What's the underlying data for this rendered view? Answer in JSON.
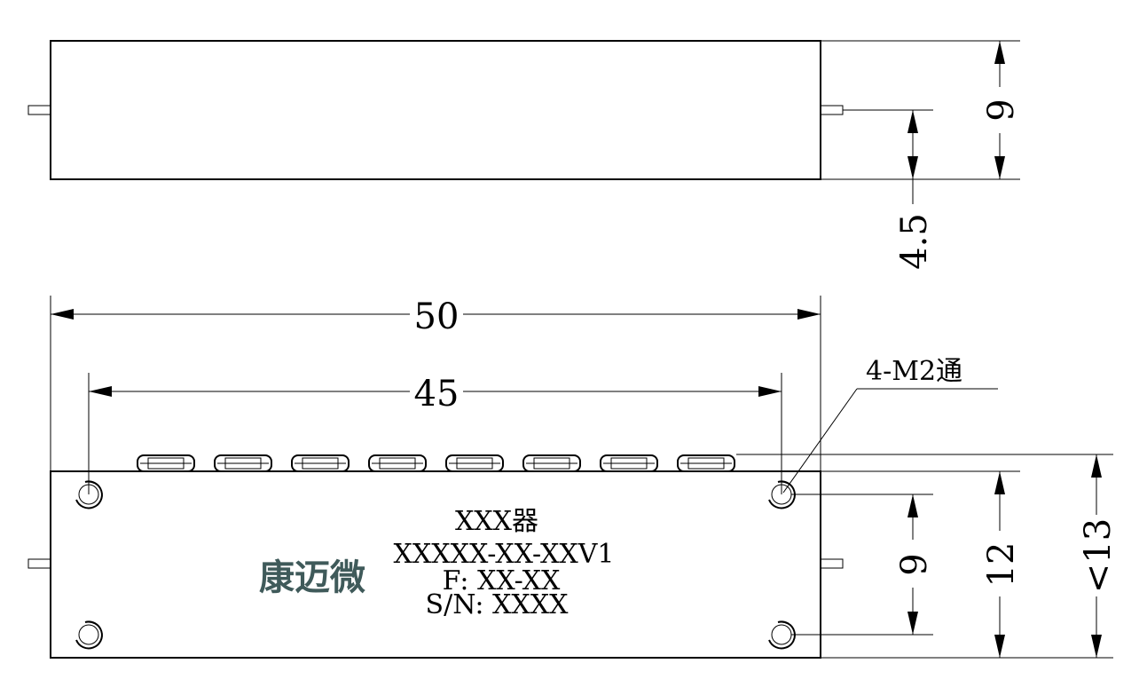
{
  "dimensions": {
    "top_height": "9",
    "pin_offset": "4.5",
    "overall_length": "50",
    "hole_spacing": "45",
    "hole_callout": "4-M2通",
    "hole_vertical": "9",
    "body_height": "12",
    "max_height": "<13"
  },
  "label": {
    "line1": "XXX器",
    "line2": "XXXXX-XX-XXV1",
    "line3": "F: XX-XX",
    "line4": "S/N: XXXX"
  },
  "logo": {
    "text": "康迈微",
    "color": "#3f5a5a"
  },
  "connectors": {
    "count": 8
  }
}
